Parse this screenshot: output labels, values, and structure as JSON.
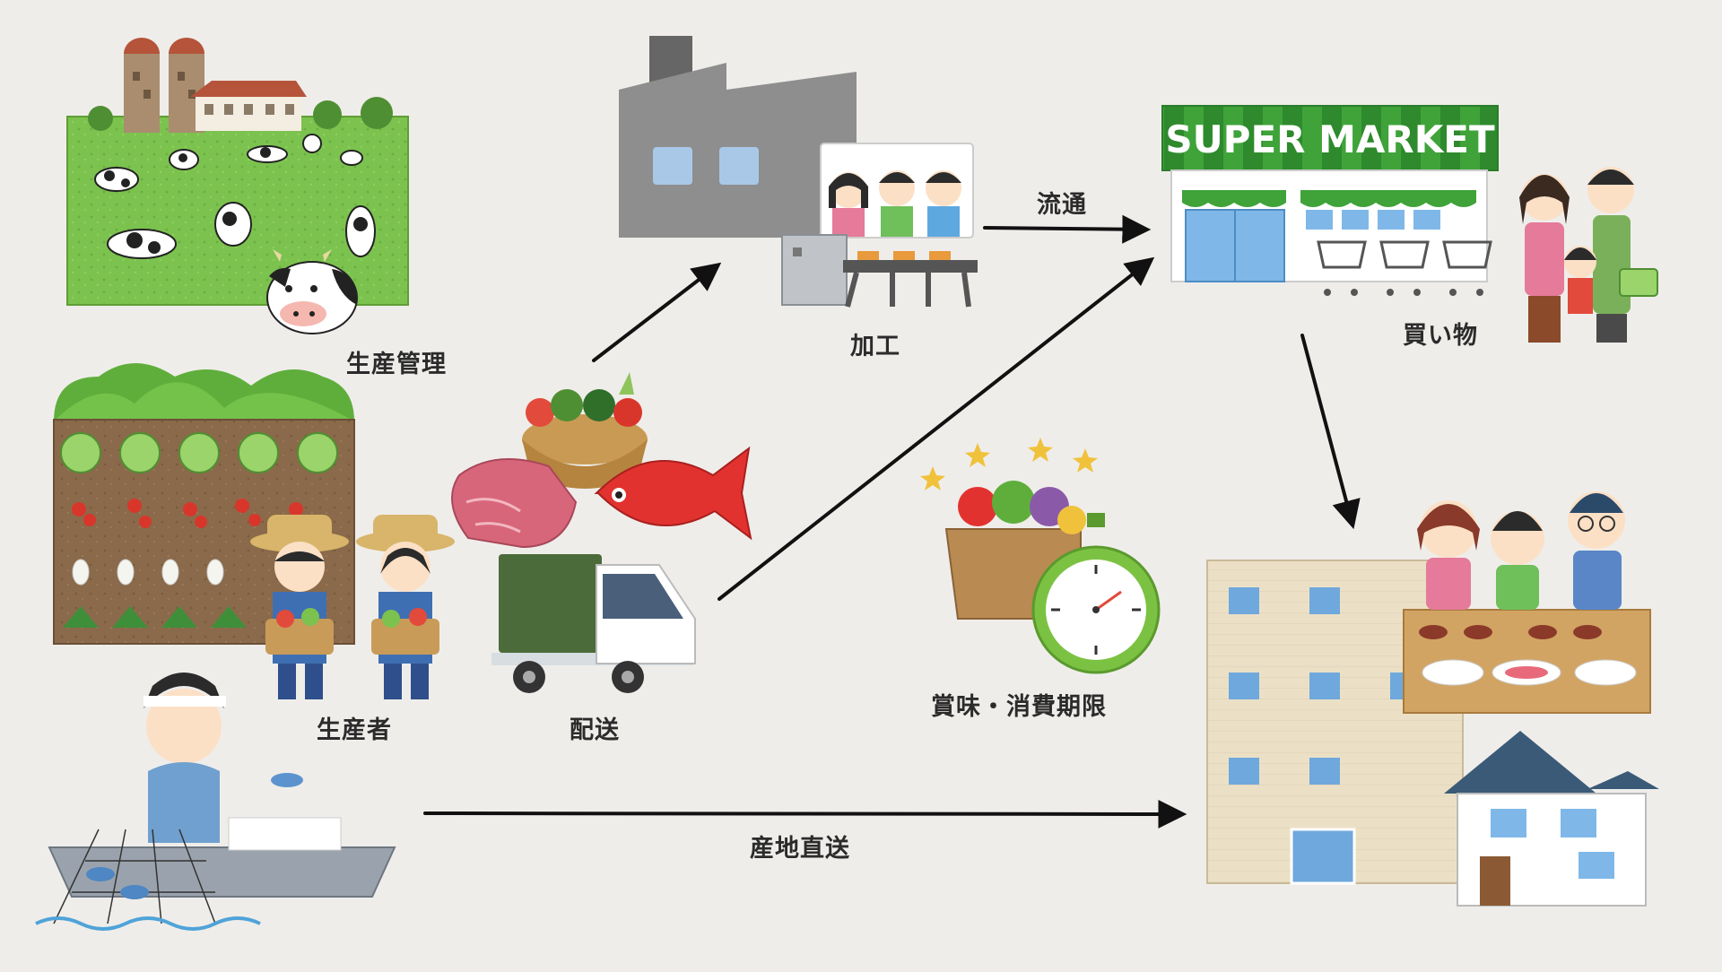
{
  "labels": {
    "production_management": "生産管理",
    "producers": "生産者",
    "delivery": "配送",
    "processing": "加工",
    "distribution": "流通",
    "shopping": "買い物",
    "expiration": "賞味・消費期限",
    "direct_from_origin": "産地直送"
  },
  "store_sign": "SUPER MARKET",
  "colors": {
    "background": "#efedea",
    "grass": "#7cc24f",
    "sign_green": "#3fa33a",
    "sign_stripe": "#2b7d2a",
    "factory": "#8e8e8e",
    "truck_cover": "#4b6b3a",
    "clock": "#7cc242",
    "arrow": "#111111"
  },
  "icons": [
    "dairy-farm-icon",
    "crop-field-icon",
    "farmer-icon",
    "fisherman-icon",
    "food-basket-icon",
    "meat-icon",
    "red-fish-icon",
    "truck-icon",
    "factory-icon",
    "workers-icon",
    "conveyor-icon",
    "supermarket-icon",
    "family-shopping-icon",
    "food-box-icon",
    "stopwatch-icon",
    "apartment-icon",
    "house-icon",
    "family-dining-icon"
  ]
}
